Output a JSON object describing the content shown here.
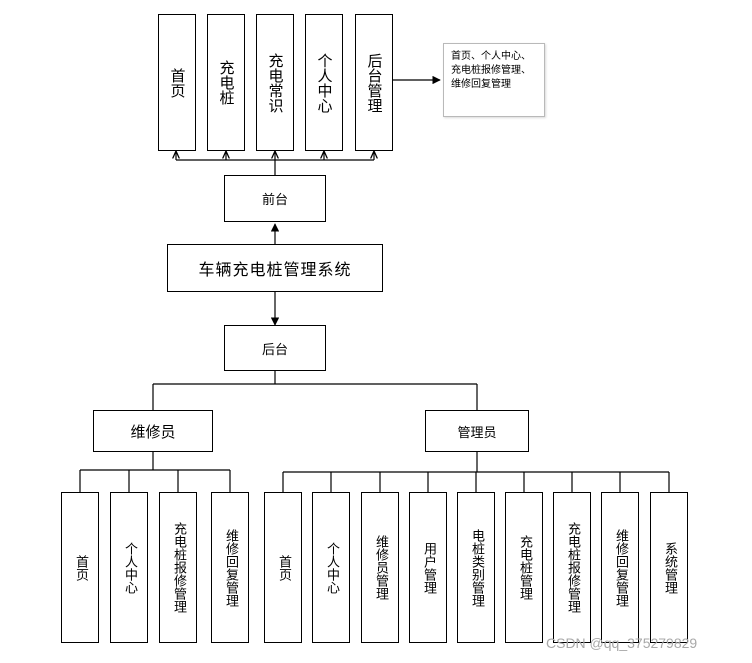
{
  "front_items": [
    "首页",
    "充电桩",
    "充电常识",
    "个人中心",
    "后台管理"
  ],
  "note": "首页、个人中心、充电桩报修管理、维修回复管理",
  "front": "前台",
  "system": "车辆充电桩管理系统",
  "back": "后台",
  "repairer": {
    "label": "维修员",
    "items": [
      "首页",
      "个人中心",
      "充电桩报修管理",
      "维修回复管理"
    ]
  },
  "admin": {
    "label": "管理员",
    "items": [
      "首页",
      "个人中心",
      "维修员管理",
      "用户管理",
      "电桩类别管理",
      "充电桩管理",
      "充电桩报修管理",
      "维修回复管理",
      "系统管理"
    ]
  },
  "watermark": "CSDN @qq_375279829"
}
